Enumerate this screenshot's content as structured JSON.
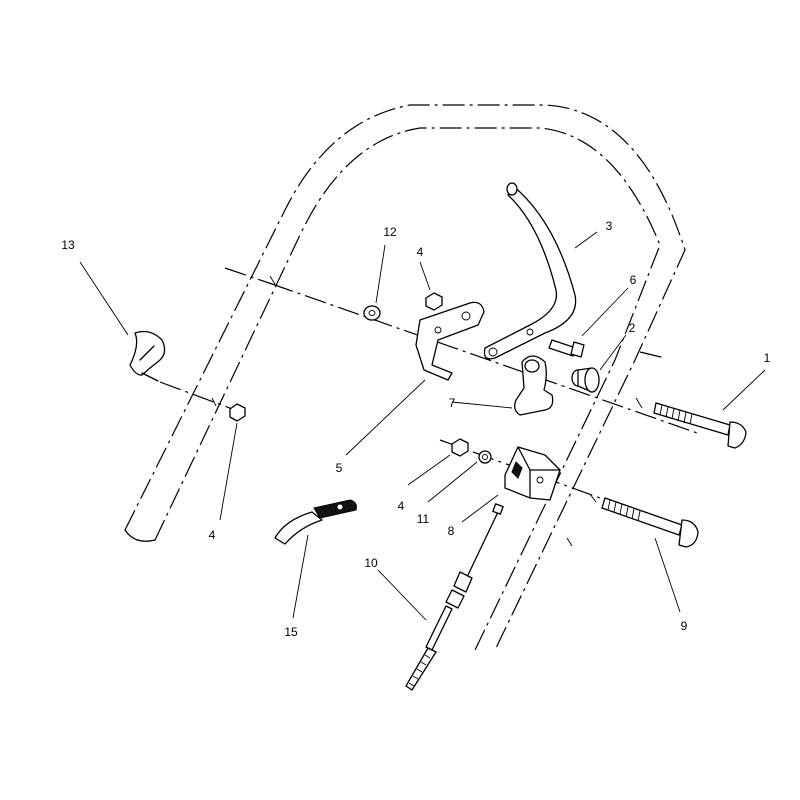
{
  "callouts": [
    {
      "id": "c1",
      "label": "1"
    },
    {
      "id": "c2",
      "label": "2"
    },
    {
      "id": "c3",
      "label": "3"
    },
    {
      "id": "c4a",
      "label": "4"
    },
    {
      "id": "c4b",
      "label": "4"
    },
    {
      "id": "c4c",
      "label": "4"
    },
    {
      "id": "c5",
      "label": "5"
    },
    {
      "id": "c6",
      "label": "6"
    },
    {
      "id": "c7",
      "label": "7"
    },
    {
      "id": "c8",
      "label": "8"
    },
    {
      "id": "c9",
      "label": "9"
    },
    {
      "id": "c10",
      "label": "10"
    },
    {
      "id": "c11",
      "label": "11"
    },
    {
      "id": "c12",
      "label": "12"
    },
    {
      "id": "c13",
      "label": "13"
    },
    {
      "id": "c15",
      "label": "15"
    }
  ]
}
